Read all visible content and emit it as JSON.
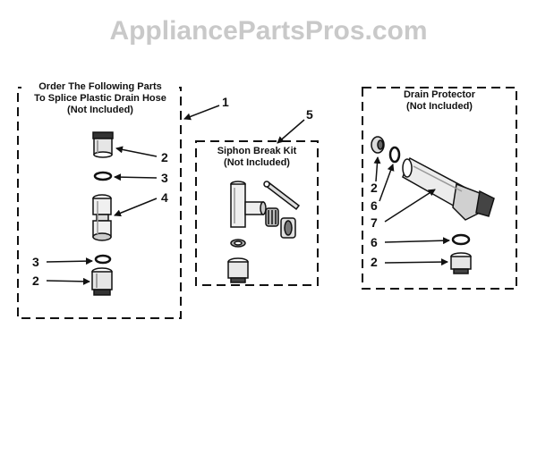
{
  "watermark": "AppliancePartsPros.com",
  "groups": {
    "splice": {
      "title_line1": "Order The Following Parts",
      "title_line2": "To Splice Plastic Drain Hose",
      "title_line3": "(Not Included)",
      "ref": "1"
    },
    "siphon": {
      "title_line1": "Siphon Break Kit",
      "title_line2": "(Not Included)",
      "ref": "5"
    },
    "drain": {
      "title_line1": "Drain Protector",
      "title_line2": "(Not Included)"
    }
  },
  "callouts": {
    "splice_2a": "2",
    "splice_3a": "3",
    "splice_4": "4",
    "splice_3b": "3",
    "splice_2b": "2",
    "drain_2a": "2",
    "drain_6a": "6",
    "drain_7": "7",
    "drain_6b": "6",
    "drain_2b": "2"
  }
}
